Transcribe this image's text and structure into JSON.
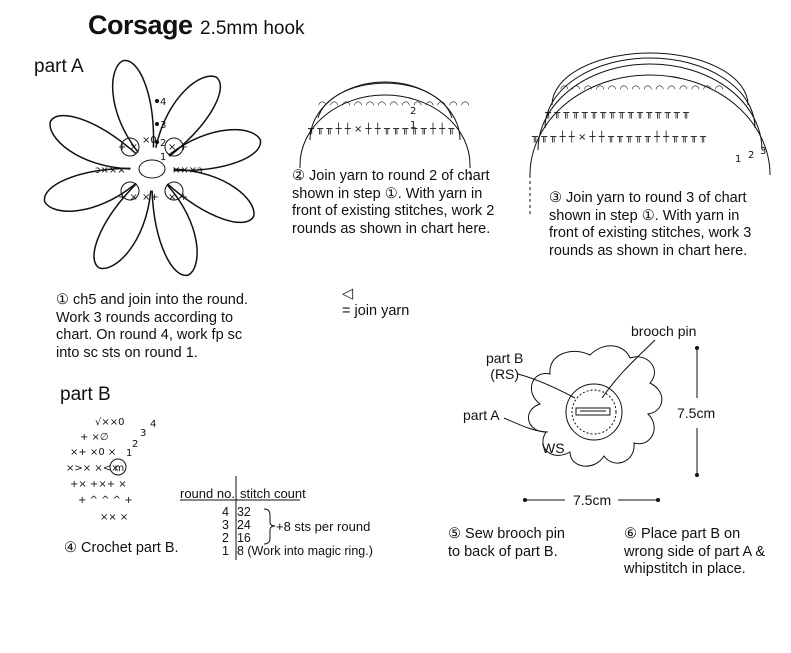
{
  "header": {
    "title": "Corsage",
    "hook": "2.5mm hook"
  },
  "part_a": {
    "label": "part A",
    "round_numbers": [
      "1",
      "2",
      "3",
      "4"
    ],
    "instruction": "① ch5 and join into the round.\nWork 3 rounds according to\nchart. On round 4, work fp sc\ninto sc sts on round 1."
  },
  "step2": {
    "instruction": "② Join yarn to round 2 of chart\nshown in step ①. With yarn in\nfront of existing stitches, work 2\nrounds as shown in chart here.",
    "row_numbers": [
      "1",
      "2"
    ]
  },
  "step3": {
    "instruction": "③ Join yarn to round 3 of chart\nshown in step ①. With yarn in\nfront of existing stitches, work 3\nrounds as shown in chart here.",
    "row_numbers": [
      "1",
      "2",
      "3"
    ]
  },
  "legend": {
    "join_symbol": "◁",
    "join_text": "= join yarn"
  },
  "part_b": {
    "label": "part B",
    "center_mark": "m",
    "instruction": "④ Crochet part B.",
    "table": {
      "headers": [
        "round no.",
        "stitch count"
      ],
      "rows": [
        {
          "round": "4",
          "count": "32"
        },
        {
          "round": "3",
          "count": "24"
        },
        {
          "round": "2",
          "count": "16"
        },
        {
          "round": "1",
          "count": "8 (Work into magic ring.)"
        }
      ],
      "bracket_note": "+8 sts per round"
    }
  },
  "assembly": {
    "brooch_pin": "brooch pin",
    "part_b_rs": "part B\n(RS)",
    "part_a": "part A",
    "ws": "WS",
    "width": "7.5cm",
    "height": "7.5cm",
    "step5": "⑤ Sew brooch pin\nto back of part B.",
    "step6": "⑥ Place part B on\nwrong side of part A &\nwhipstitch in place."
  }
}
